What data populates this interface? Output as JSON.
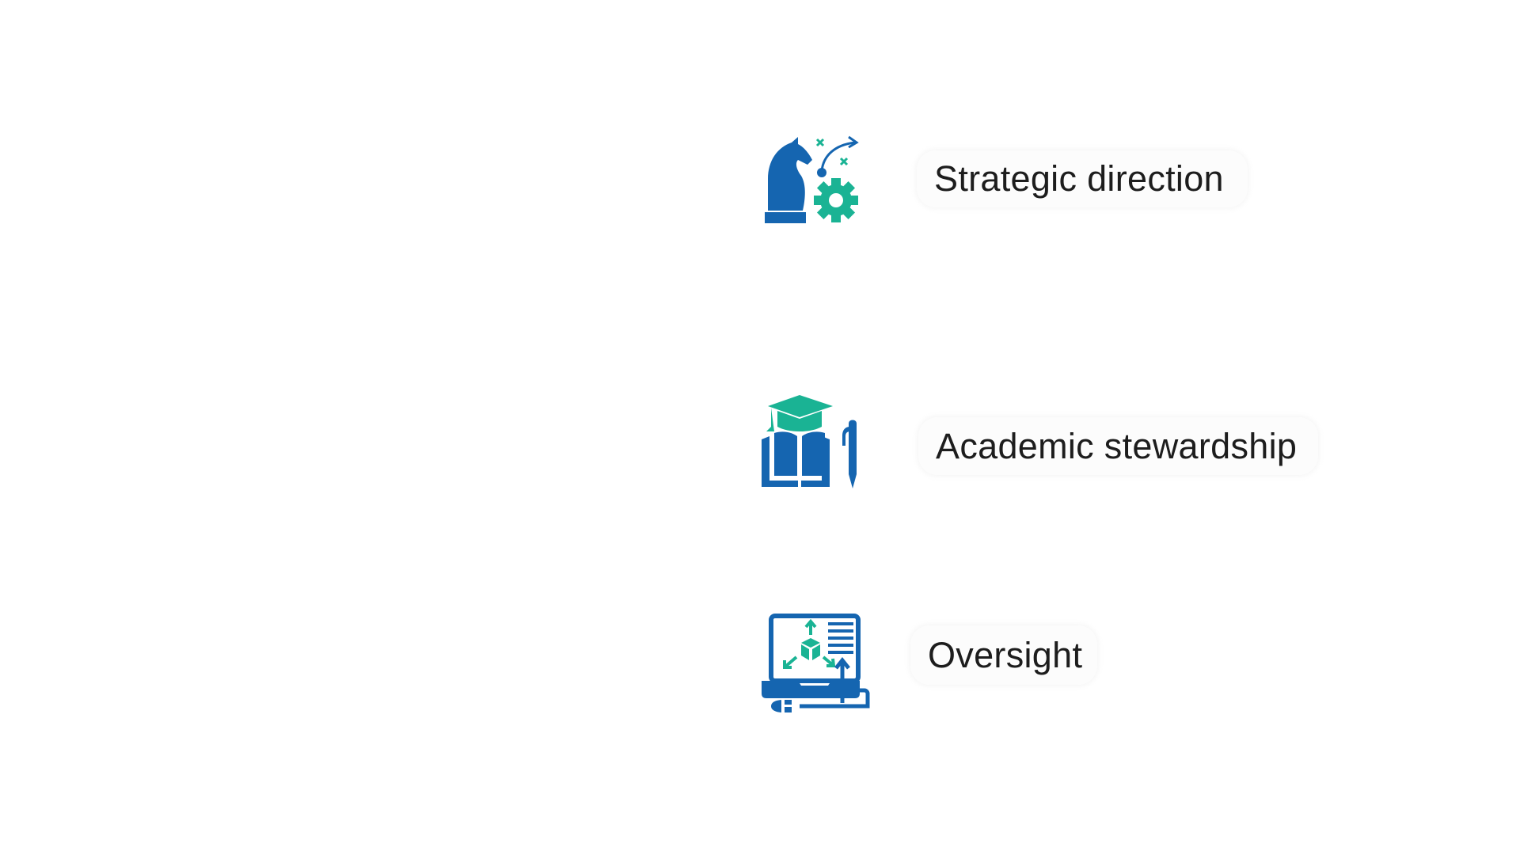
{
  "colors": {
    "primary_blue": "#1565b0",
    "accent_teal": "#1ab394",
    "text": "#1d1d1d",
    "background": "#ffffff"
  },
  "items": [
    {
      "label": "Strategic direction",
      "icon": "chess-knight-strategy-icon"
    },
    {
      "label": "Academic stewardship",
      "icon": "graduation-book-pen-icon"
    },
    {
      "label": "Oversight",
      "icon": "laptop-dashboard-icon"
    }
  ]
}
